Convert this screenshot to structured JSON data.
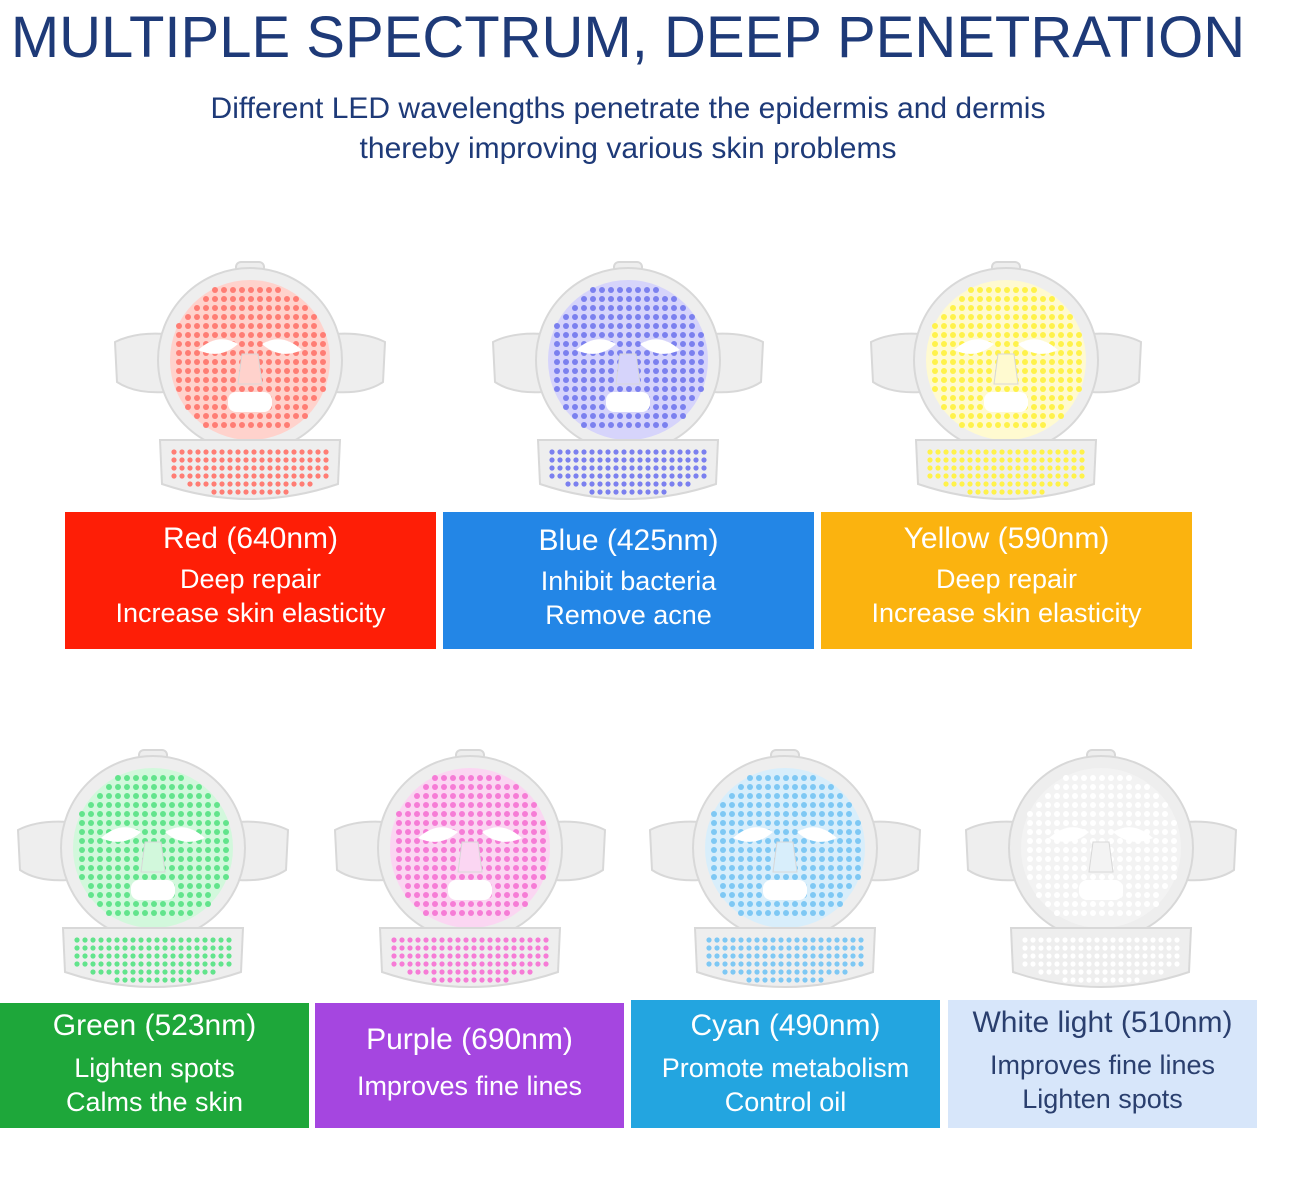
{
  "header": {
    "title": "MULTIPLE SPECTRUM, DEEP PENETRATION",
    "subtitle_line1": "Different LED wavelengths penetrate the epidermis and dermis",
    "subtitle_line2": "thereby improving various skin problems"
  },
  "lights": [
    {
      "name": "Red (640nm)",
      "line1": "Deep repair",
      "line2": "Increase skin elasticity",
      "color": "#fe1e06",
      "led": "#ff7d74",
      "glow": "#ffd2cc"
    },
    {
      "name": "Blue (425nm)",
      "line1": "Inhibit bacteria",
      "line2": "Remove acne",
      "color": "#2386e6",
      "led": "#7b80ef",
      "glow": "#d6d4fb"
    },
    {
      "name": "Yellow (590nm)",
      "line1": "Deep repair",
      "line2": "Increase skin elasticity",
      "color": "#fbb30f",
      "led": "#fff24a",
      "glow": "#fffad0"
    },
    {
      "name": "Green (523nm)",
      "line1": "Lighten spots",
      "line2": "Calms the skin",
      "color": "#1ea73a",
      "led": "#62e48c",
      "glow": "#d2f8dc"
    },
    {
      "name": "Purple (690nm)",
      "line1": "Improves fine lines",
      "line2": "",
      "color": "#a546e0",
      "led": "#f67cd6",
      "glow": "#fbd6f2"
    },
    {
      "name": "Cyan (490nm)",
      "line1": "Promote metabolism",
      "line2": "Control oil",
      "color": "#23a5e0",
      "led": "#7ec8f4",
      "glow": "#d8eefb"
    },
    {
      "name": "White light (510nm)",
      "line1": "Improves fine lines",
      "line2": "Lighten spots",
      "color": "#d7e6fa",
      "text_color": "#2a3f6e",
      "led": "#ffffff",
      "glow": "#f3f3f3"
    }
  ]
}
